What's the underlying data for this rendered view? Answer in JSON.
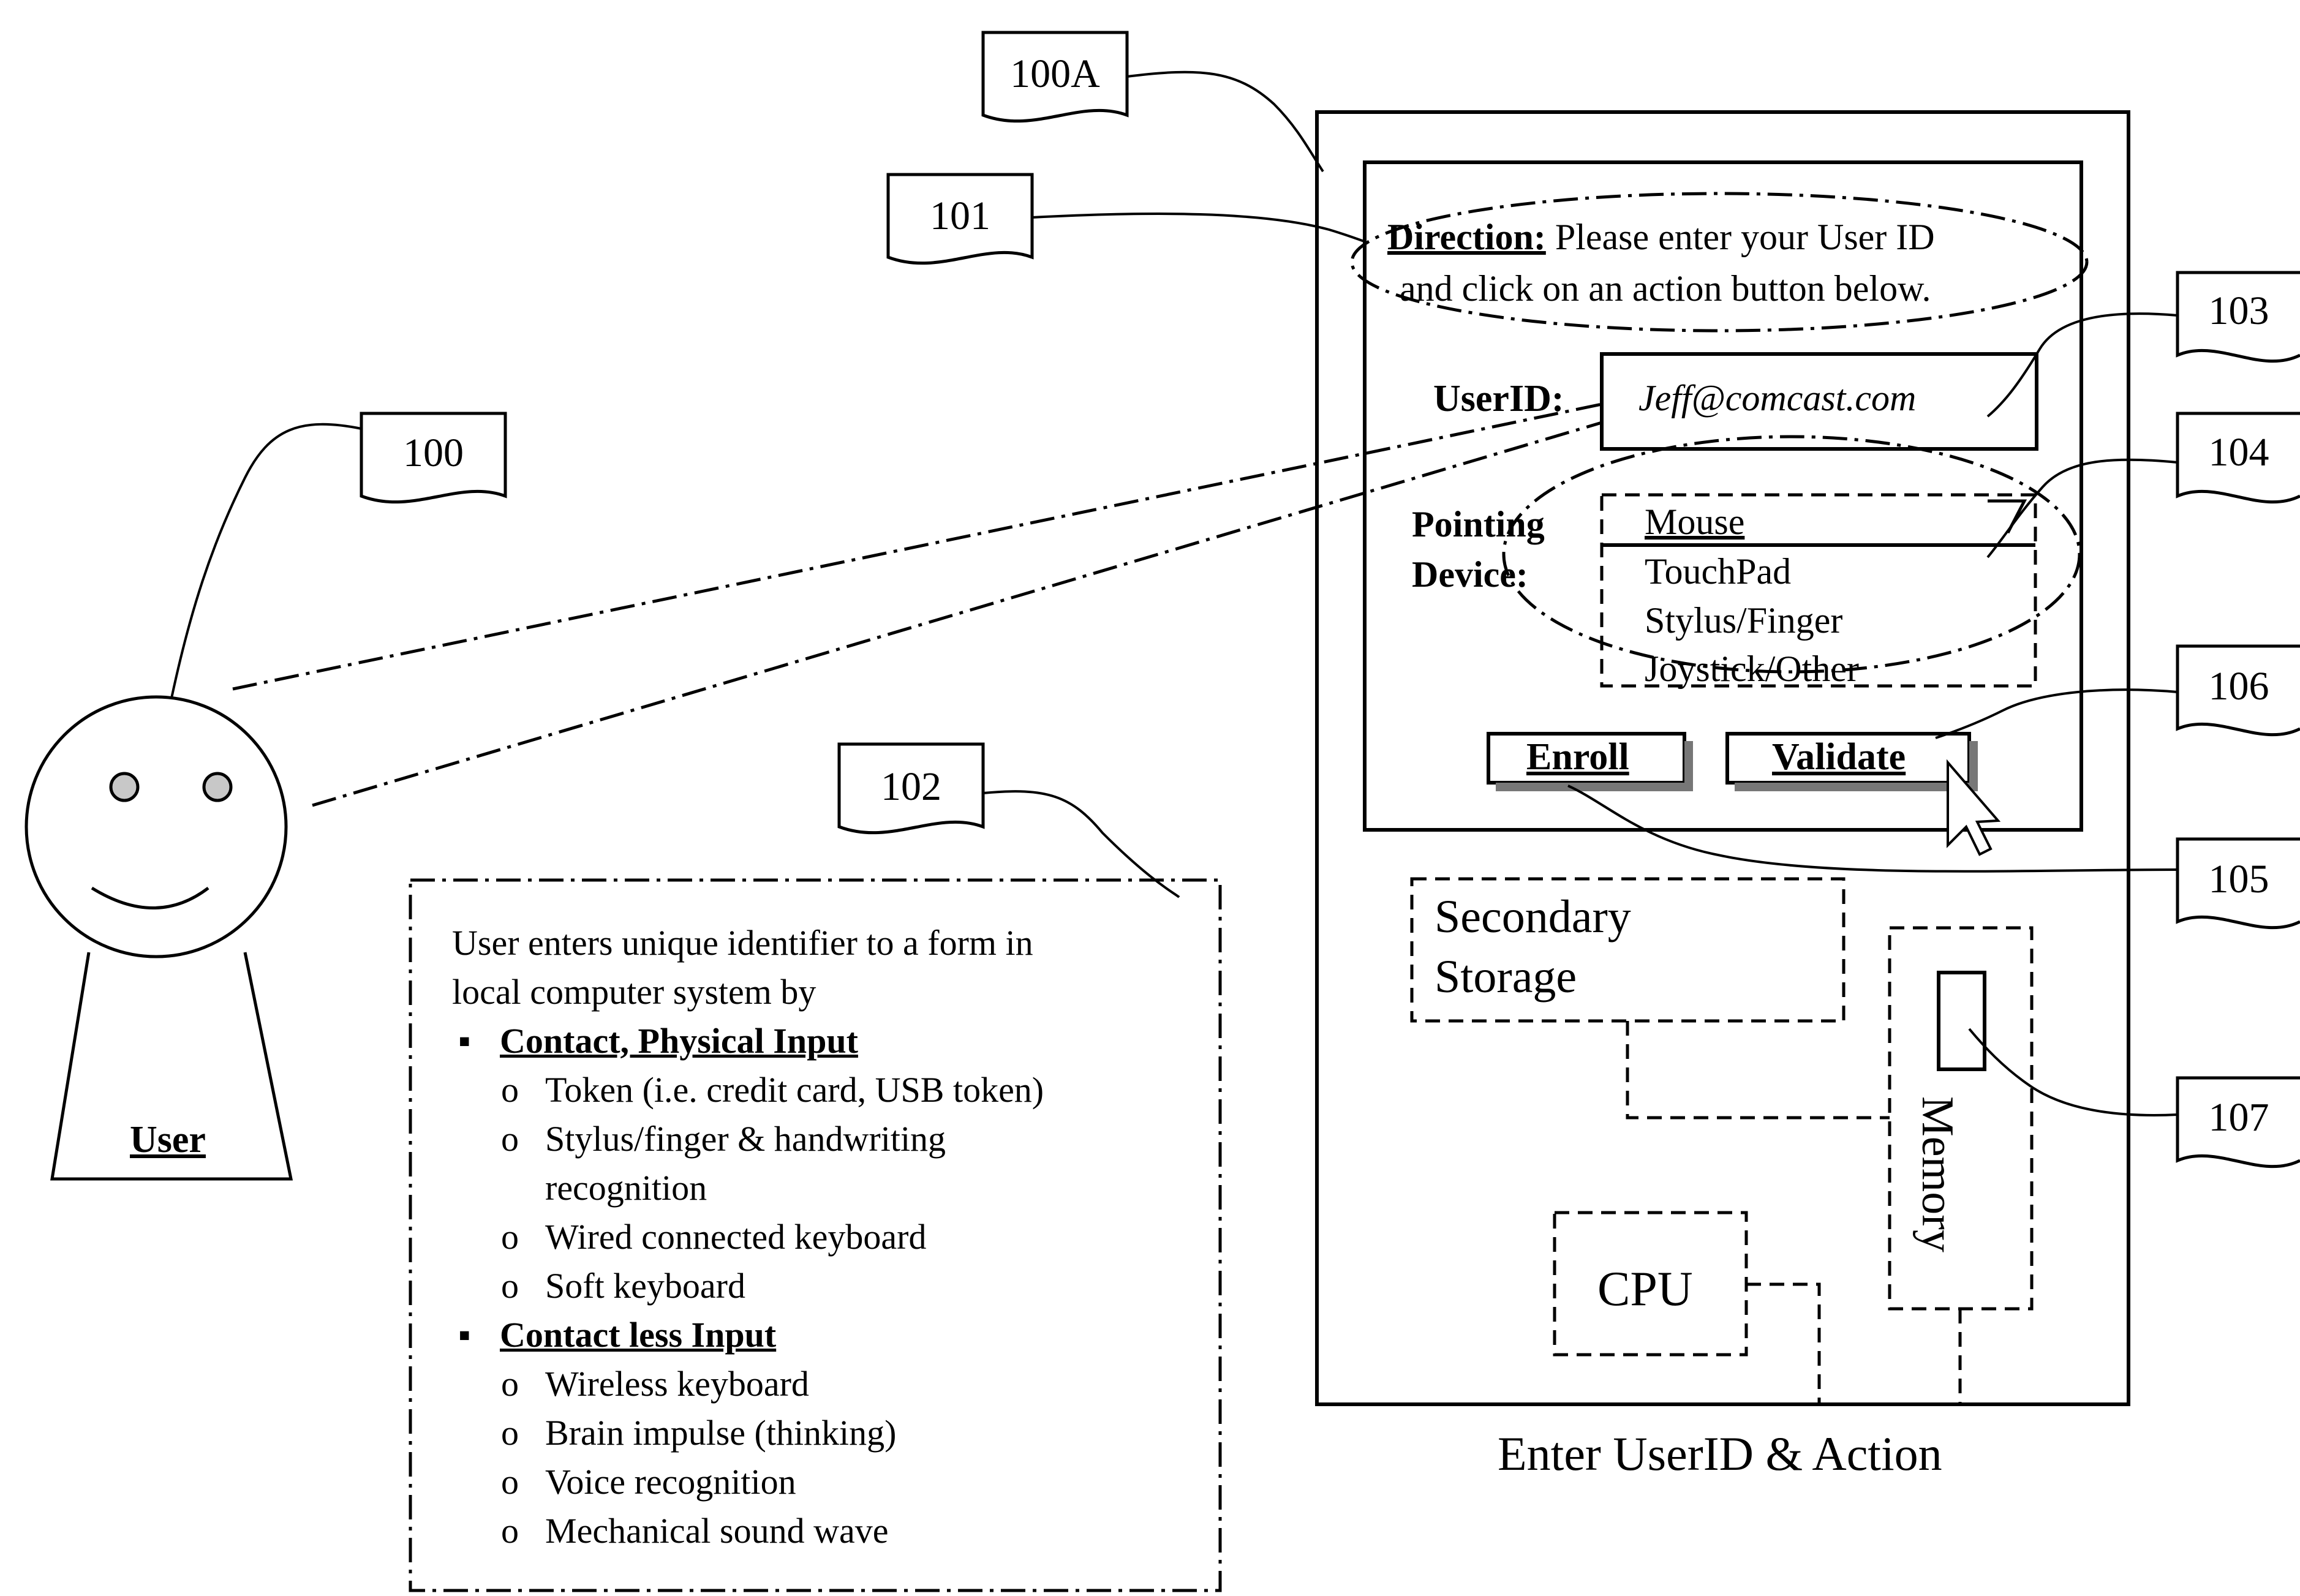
{
  "callouts": {
    "window": "100A",
    "direction": "101",
    "user": "100",
    "notes": "102",
    "userid_field": "103",
    "pointing_list": "104",
    "validate_button": "106",
    "enroll_button": "105",
    "memory_block": "107"
  },
  "form": {
    "direction_label": "Direction:",
    "direction_text_1": "Please enter your User ID",
    "direction_text_2": "and click on an action button below.",
    "userid_label": "UserID:",
    "userid_value": "Jeff@comcast.com",
    "pointing_label_1": "Pointing",
    "pointing_label_2": "Device:",
    "pointing_options": [
      "Mouse",
      "TouchPad",
      "Stylus/Finger",
      "Joystick/Other"
    ],
    "enroll_label": "Enroll",
    "validate_label": "Validate"
  },
  "computer": {
    "secondary_storage_1": "Secondary",
    "secondary_storage_2": "Storage",
    "memory": "Memory",
    "cpu": "CPU",
    "caption": "Enter UserID & Action"
  },
  "user": {
    "label": "User"
  },
  "notes": {
    "intro_1": "User enters unique identifier to a form in",
    "intro_2": "local computer system by",
    "group_1": "Contact, Physical Input",
    "group_1_items": [
      "Token (i.e. credit card, USB token)",
      "Stylus/finger & handwriting",
      "recognition",
      "Wired connected keyboard",
      "Soft keyboard"
    ],
    "group_2": "Contact less Input",
    "group_2_items": [
      "Wireless keyboard",
      "Brain impulse (thinking)",
      "Voice recognition",
      "Mechanical sound wave"
    ]
  }
}
